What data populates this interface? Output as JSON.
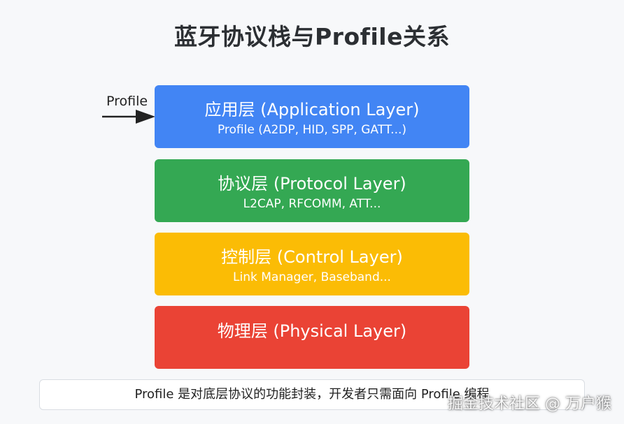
{
  "title": "蓝牙协议栈与Profile关系",
  "arrow": {
    "label": "Profile",
    "color": "#222222"
  },
  "layers": [
    {
      "title": "应用层 (Application Layer)",
      "subtitle": "Profile (A2DP, HID, SPP, GATT...)",
      "color": "#4285f4"
    },
    {
      "title": "协议层 (Protocol Layer)",
      "subtitle": "L2CAP, RFCOMM, ATT...",
      "color": "#34a853"
    },
    {
      "title": "控制层 (Control Layer)",
      "subtitle": "Link Manager, Baseband...",
      "color": "#fbbc05"
    },
    {
      "title": "物理层 (Physical Layer)",
      "subtitle": "",
      "color": "#ea4335"
    }
  ],
  "note": "Profile 是对底层协议的功能封装，开发者只需面向 Profile 编程",
  "watermark": "掘金技术社区 @ 万户猴"
}
